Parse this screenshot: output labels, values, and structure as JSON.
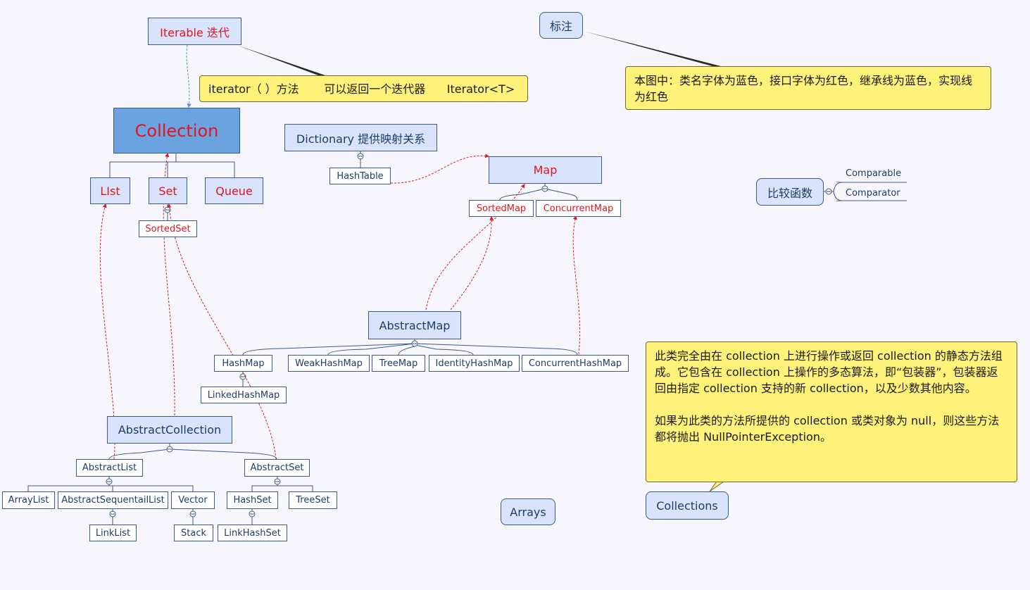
{
  "diagram": {
    "iterable": "Iterable  迭代",
    "iterator_note": "iterator（ ）方法       可以返回一个迭代器      Iterator<T>",
    "legend_title": "标注",
    "legend_note": "本图中：类名字体为蓝色，接口字体为红色，继承线为蓝色，实现线为红色",
    "collection": "Collection",
    "list": "LIst",
    "set": "Set",
    "queue": "Queue",
    "sortedset": "SortedSet",
    "dictionary": "Dictionary 提供映射关系",
    "hashtable": "HashTable",
    "map": "Map",
    "sortedmap": "SortedMap",
    "concurrentmap": "ConcurrentMap",
    "compare_root": "比较函数",
    "comparable": "Comparable",
    "comparator": "Comparator",
    "abstractmap": "AbstractMap",
    "hashmap": "HashMap",
    "weakhashmap": "WeakHashMap",
    "treemap": "TreeMap",
    "identityhashmap": "IdentityHashMap",
    "concurrenthashmap": "ConcurrentHashMap",
    "linkedhashmap": "LinkedHashMap",
    "abstractcollection": "AbstractCollection",
    "abstractlist": "AbstractList",
    "abstractset": "AbstractSet",
    "arraylist": "ArrayList",
    "abstractsequentiallist": "AbstractSequentailList",
    "vector": "Vector",
    "hashset": "HashSet",
    "treeset": "TreeSet",
    "linklist": "LinkList",
    "stack": "Stack",
    "linkhashset": "LinkHashSet",
    "arrays": "Arrays",
    "collections": "Collections",
    "collections_note_p1": "此类完全由在 collection 上进行操作或返回 collection 的静态方法组成。它包含在 collection 上操作的多态算法，即“包装器”，包装器返回由指定 collection 支持的新 collection，以及少数其他内容。",
    "collections_note_p2": "如果为此类的方法所提供的 collection 或类对象为 null，则这些方法都将抛出 NullPointerException。"
  },
  "colors": {
    "interface_text": "#e0161f",
    "class_text": "#1f3d66",
    "inherit_line": "#3d5a87",
    "implement_line": "#d42020",
    "note_fill": "#fff27a",
    "node_fill": "#d9e3fb",
    "selected_fill": "#6aa3e0"
  }
}
